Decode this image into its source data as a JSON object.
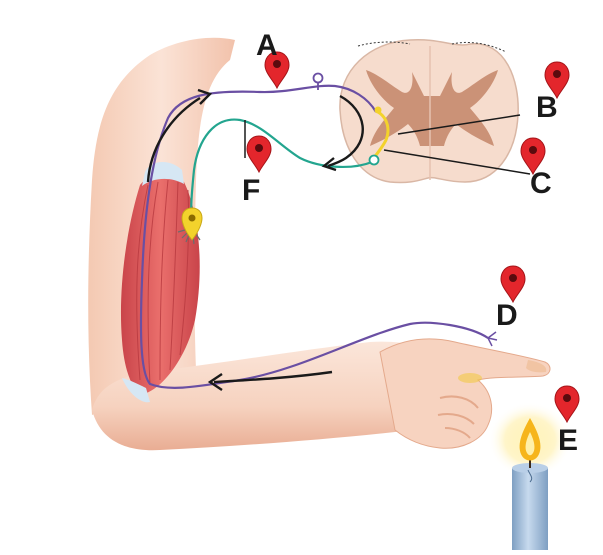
{
  "labels": {
    "a": "A",
    "b": "B",
    "c": "C",
    "d": "D",
    "e": "E",
    "f": "F"
  },
  "colors": {
    "skin_light": "#fbe3d6",
    "skin_mid": "#f2c2ab",
    "skin_shadow": "#e8a98f",
    "muscle": "#e05d5d",
    "muscle_dark": "#b8393f",
    "tendon": "#d6e7f4",
    "spinal_cord": "#f6dccd",
    "gray_matter": "#c68a6e",
    "sensory_neuron": "#6a4fa3",
    "motor_neuron": "#23a58f",
    "interneuron": "#f3d22c",
    "arrow": "#1a1a1a",
    "pin": "#e3262c",
    "candle": "#a9c4e0",
    "flame": "#f6b51b"
  },
  "icons": {
    "label_marker": "map-pin-icon",
    "stimulus": "candle-flame-icon"
  }
}
